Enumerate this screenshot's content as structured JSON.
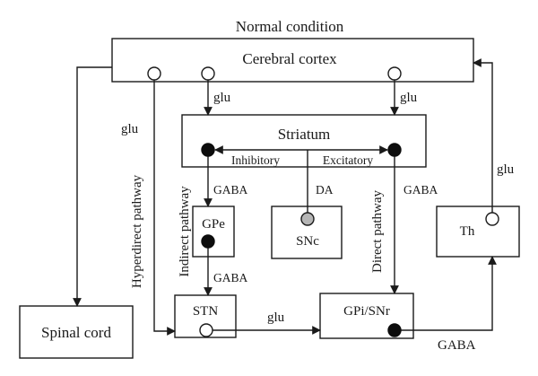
{
  "title": "Normal condition",
  "nodes": {
    "cortex": "Cerebral cortex",
    "striatum": "Striatum",
    "gpe": "GPe",
    "snc": "SNc",
    "th": "Th",
    "stn": "STN",
    "gpi_snr": "GPi/SNr",
    "spinal_cord": "Spinal cord"
  },
  "striatum_labels": {
    "inhibitory": "Inhibitory",
    "excitatory": "Excitatory"
  },
  "pathways": {
    "hyperdirect": "Hyperdirect pathway",
    "indirect": "Indirect pathway",
    "direct": "Direct pathway"
  },
  "edge_labels": {
    "cortex_to_striatum_left": "glu",
    "cortex_to_striatum_right": "glu",
    "cortex_hyperdirect": "glu",
    "th_to_cortex": "glu",
    "striatum_to_gpe": "GABA",
    "snc_to_striatum": "DA",
    "striatum_to_gpi": "GABA",
    "gpe_to_stn": "GABA",
    "stn_to_gpi": "glu",
    "gpi_to_th": "GABA"
  },
  "colors": {
    "stroke": "#1a1a1a",
    "filled_node": "#0d0d0d",
    "dopamine_node": "#b5b5b5",
    "background": "#ffffff"
  }
}
